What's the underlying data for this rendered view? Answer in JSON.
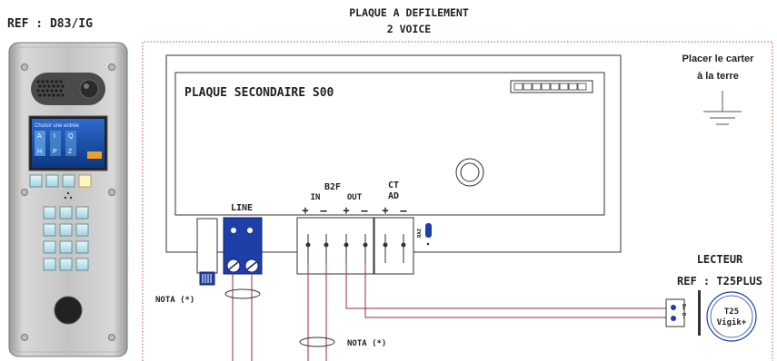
{
  "header": {
    "ref_left": "REF : D83/IG",
    "title_line1": "PLAQUE A DEFILEMENT",
    "title_line2": "2 VOICE"
  },
  "earth_note": {
    "line1": "Placer le carter",
    "line2": "à la terre"
  },
  "panel": {
    "label": "PLAQUE SECONDAIRE S00",
    "screen_items": [
      "Choisir une entrée",
      "A",
      "I",
      "Q",
      "H",
      "P",
      "Z"
    ]
  },
  "terminals": {
    "line_label": "LINE",
    "b2f_label": "B2F",
    "in_label": "IN",
    "out_label": "OUT",
    "ct_label": "CT",
    "ad_label": "AD",
    "plus": "+",
    "minus": "–",
    "raz_label": "RAZ"
  },
  "notes": {
    "nota1": "NOTA (*)",
    "nota2": "NOTA (*)"
  },
  "reader": {
    "title": "LECTEUR",
    "ref": "REF : T25PLUS",
    "pins": "D+ D-",
    "badge_line1": "T25",
    "badge_line2": "Vigik+"
  },
  "colors": {
    "wire": "#9a2b45",
    "border_dash": "#c04a5a",
    "terminal_blue": "#1f3fa8"
  }
}
